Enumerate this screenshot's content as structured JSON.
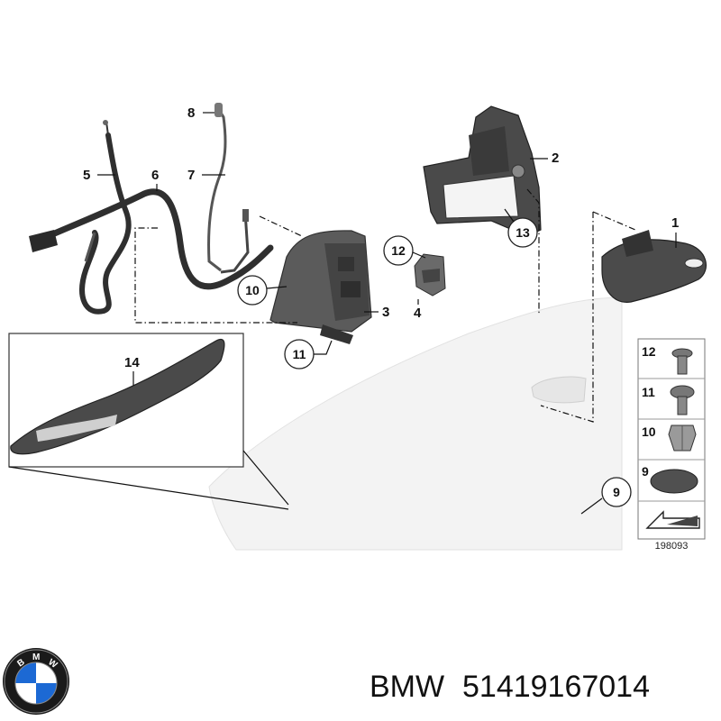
{
  "callouts": {
    "c1": "1",
    "c2": "2",
    "c3": "3",
    "c4": "4",
    "c5": "5",
    "c6": "6",
    "c7": "7",
    "c8": "8",
    "c9": "9",
    "c10": "10",
    "c11": "11",
    "c12": "12",
    "c13": "13",
    "c14": "14"
  },
  "legend": {
    "items": [
      {
        "number": "12",
        "icon": "screw-icon"
      },
      {
        "number": "11",
        "icon": "flange-screw-icon"
      },
      {
        "number": "10",
        "icon": "expanding-clip-icon"
      },
      {
        "number": "9",
        "icon": "cap-pad-icon"
      }
    ],
    "arrow_icon": "reference-arrow-icon"
  },
  "diagram_ref": "198093",
  "brand_logo_letters": "BMW",
  "footer": {
    "brand": "BMW",
    "part_number": "51419167014"
  },
  "colors": {
    "part_dark": "#3d3d3d",
    "part_mid": "#5a5a5a",
    "door_panel": "#f4f4f4",
    "logo_blue": "#1c69d4",
    "logo_ring": "#1a1a1a"
  }
}
